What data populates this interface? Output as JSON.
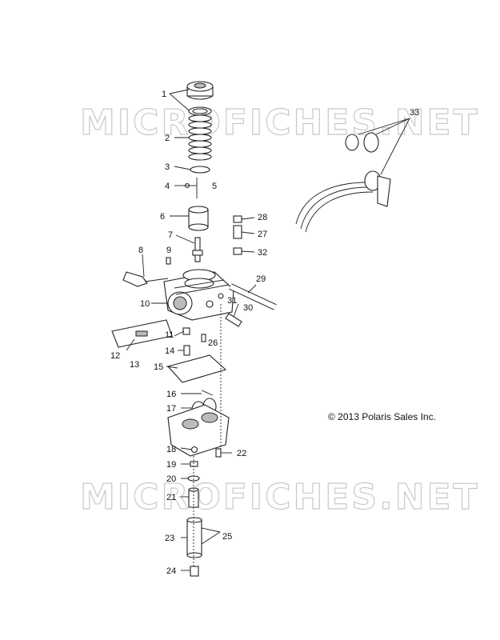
{
  "watermark": {
    "text": "MICROFICHES.NET"
  },
  "copyright": {
    "text": "© 2013 Polaris Sales Inc."
  },
  "callouts": [
    "1",
    "2",
    "3",
    "4",
    "5",
    "6",
    "7",
    "8",
    "9",
    "10",
    "11",
    "12",
    "13",
    "14",
    "15",
    "16",
    "17",
    "18",
    "19",
    "20",
    "21",
    "22",
    "23",
    "24",
    "25",
    "26",
    "27",
    "28",
    "29",
    "30",
    "31",
    "32",
    "33"
  ]
}
